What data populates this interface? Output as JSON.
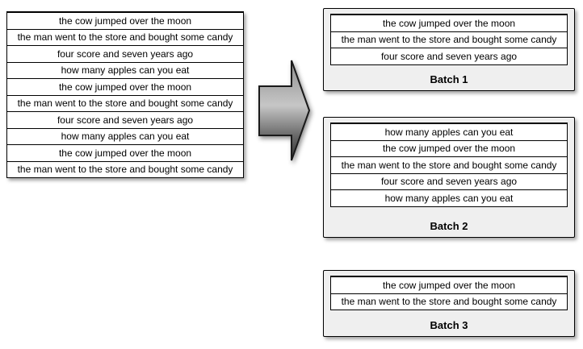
{
  "diagram": {
    "source_table": {
      "rows": [
        "the cow jumped over the moon",
        "the man went to the store and bought some candy",
        "four score and seven years ago",
        "how many apples can you eat",
        "the cow jumped over the moon",
        "the man went to the store and bought some candy",
        "four score and seven years ago",
        "how many apples can you eat",
        "the cow jumped over the moon",
        "the man went to the store and bought some candy"
      ]
    },
    "arrow": {
      "icon": "right-block-arrow"
    },
    "batches": [
      {
        "label": "Batch 1",
        "rows": [
          "the cow jumped over the moon",
          "the man went to the store and bought some candy",
          "four score and seven years ago"
        ]
      },
      {
        "label": "Batch 2",
        "rows": [
          "how many apples can you eat",
          "the cow jumped over the moon",
          "the man went to the store and bought some candy",
          "four score and seven years ago",
          "how many apples can you eat"
        ]
      },
      {
        "label": "Batch 3",
        "rows": [
          "the cow jumped over the moon",
          "the man went to the store and bought some candy"
        ]
      }
    ],
    "colors": {
      "border": "#000000",
      "row_bg": "#ffffff",
      "batch_bg": "#efefef",
      "arrow_top": "#8e8e8e",
      "arrow_light": "#c6c6c6",
      "arrow_dark": "#6a6a6a",
      "arrow_bottom": "#2e2e2e"
    }
  }
}
